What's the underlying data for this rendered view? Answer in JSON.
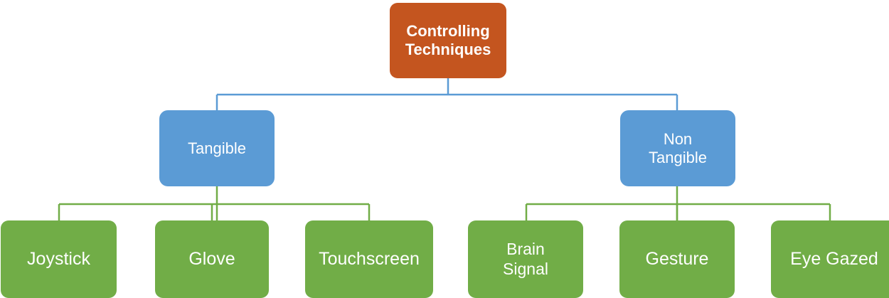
{
  "diagram": {
    "type": "hierarchy-tree",
    "title": "Controlling Techniques",
    "colors": {
      "root_fill": "#c4551f",
      "branch_fill": "#5b9bd5",
      "leaf_fill": "#71ad47",
      "root_connector": "#5b9bd5",
      "leaf_connector": "#71ad47",
      "text": "#ffffff",
      "background": "#ffffff"
    },
    "root": {
      "label": "Controlling\nTechniques"
    },
    "branches": [
      {
        "label": "Tangible",
        "children": [
          {
            "label": "Joystick"
          },
          {
            "label": "Glove"
          },
          {
            "label": "Touchscreen"
          }
        ]
      },
      {
        "label": "Non\nTangible",
        "children": [
          {
            "label": "Brain\nSignal"
          },
          {
            "label": "Gesture"
          },
          {
            "label": "Eye Gazed"
          }
        ]
      }
    ]
  }
}
